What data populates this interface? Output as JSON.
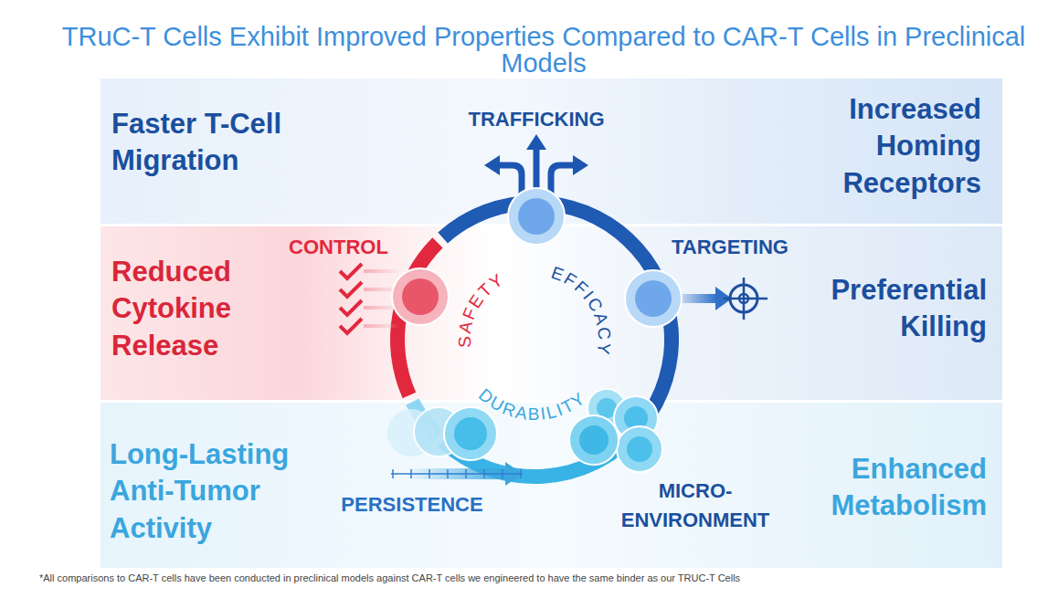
{
  "diagram": {
    "title": "TRuC-T Cells Exhibit Improved Properties Compared to CAR-T Cells in Preclinical Models",
    "caption": "*All comparisons to CAR-T cells have been conducted in preclinical models against CAR-T cells we engineered to have the same binder as our TRUC-T Cells",
    "nodes": [
      {
        "text": [
          "Faster T-Cell Migration",
          "TRAFFICKING",
          "Increased Homing Receptors"
        ]
      },
      {
        "text": [
          "Reduced Cytokine Release",
          "CONTROL",
          "TARGETING",
          "Preferential Killing"
        ]
      },
      {
        "text": [
          "Long-Lasting Anti-Tumor Activity",
          "PERSISTENCE",
          "MICRO- ENVIRONMENT",
          "Enhanced Metabolism"
        ]
      },
      {
        "text": [
          "SAFETY",
          "EFFICACY",
          "DURABILITY"
        ]
      }
    ]
  }
}
